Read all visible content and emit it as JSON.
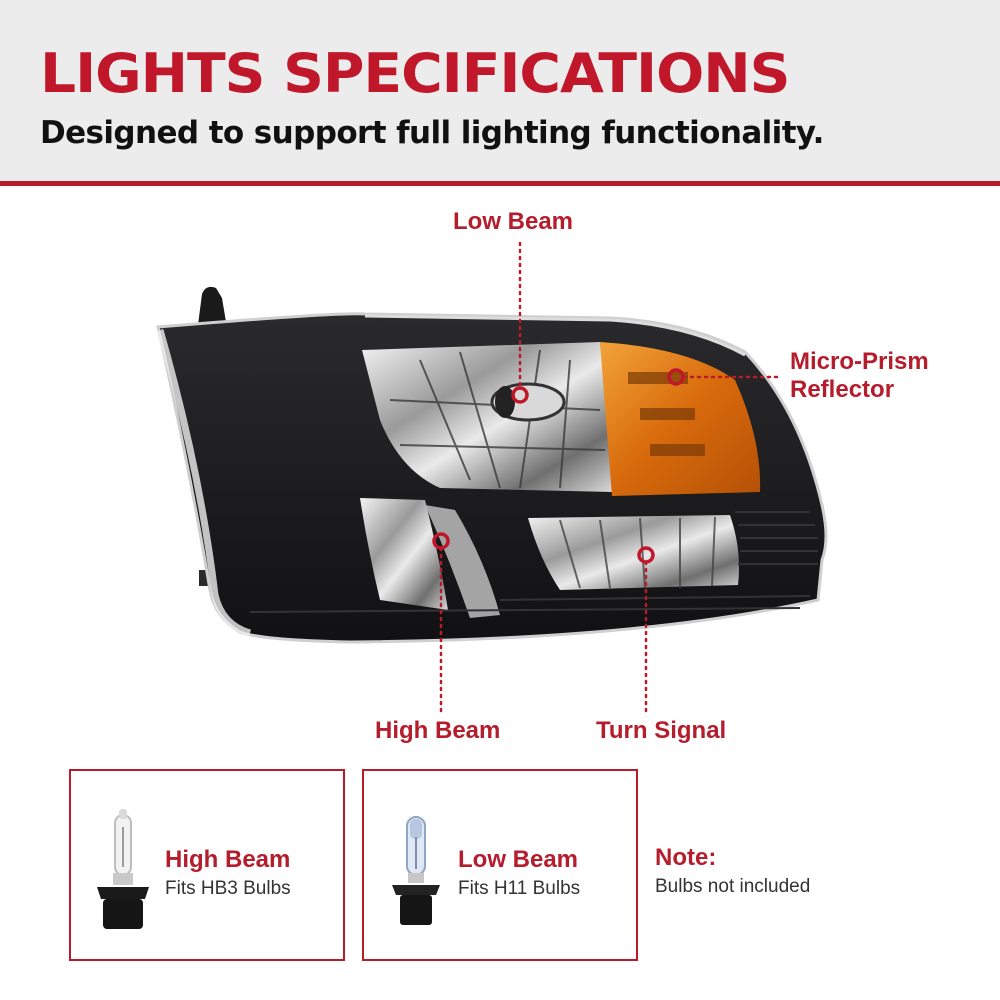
{
  "header": {
    "title": "LIGHTS SPECIFICATIONS",
    "subtitle": "Designed to support full lighting functionality."
  },
  "callouts": {
    "low_beam": "Low Beam",
    "micro_prism_line1": "Micro-Prism",
    "micro_prism_line2": "Reflector",
    "high_beam": "High Beam",
    "turn_signal": "Turn Signal"
  },
  "bulb_boxes": [
    {
      "title": "High Beam",
      "subtitle": "Fits HB3 Bulbs",
      "icon": "hb3-bulb-icon"
    },
    {
      "title": "Low Beam",
      "subtitle": "Fits H11 Bulbs",
      "icon": "h11-bulb-icon"
    }
  ],
  "note": {
    "title": "Note:",
    "text": "Bulbs not included"
  },
  "colors": {
    "accent": "#b81c2b",
    "header_bg": "#ececec",
    "housing": "#1b1b1d",
    "amber": "#e07a12"
  }
}
